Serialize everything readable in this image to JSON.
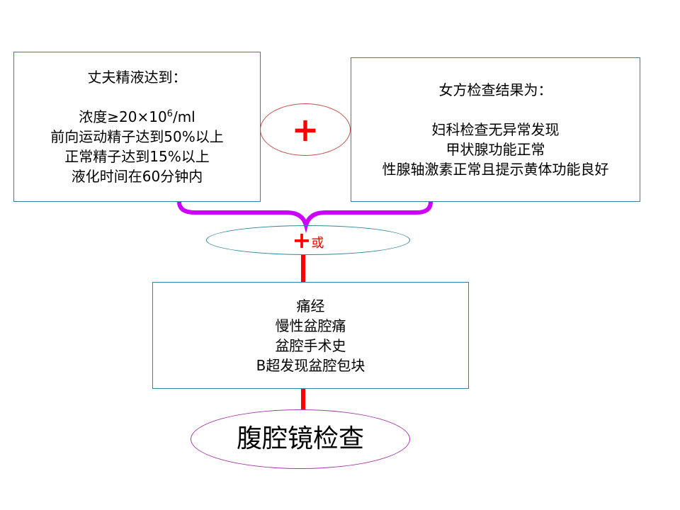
{
  "male_box": {
    "title": "丈夫精液达到：",
    "line1_pre": "浓度≥20×10",
    "line1_sup": "6",
    "line1_post": "/ml",
    "line2": "前向运动精子达到50%以上",
    "line3": "正常精子达到15%以上",
    "line4": "液化时间在60分钟内"
  },
  "plus_symbol": "+",
  "female_box": {
    "title": "女方检查结果为：",
    "line1": "妇科检查无异常发现",
    "line2": "甲状腺功能正常",
    "line3": "性腺轴激素正常且提示黄体功能良好"
  },
  "connector": {
    "plus": "+",
    "or": "或"
  },
  "symptoms_box": {
    "line1": "痛经",
    "line2": "慢性盆腔痛",
    "line3": "盆腔手术史",
    "line4": "B超发现盆腔包块"
  },
  "final": "腹腔镜检查",
  "colors": {
    "brace": "#cc00ff",
    "connector_line": "#ff0000",
    "box_border": "#31849b",
    "plus": "#ff0000"
  }
}
